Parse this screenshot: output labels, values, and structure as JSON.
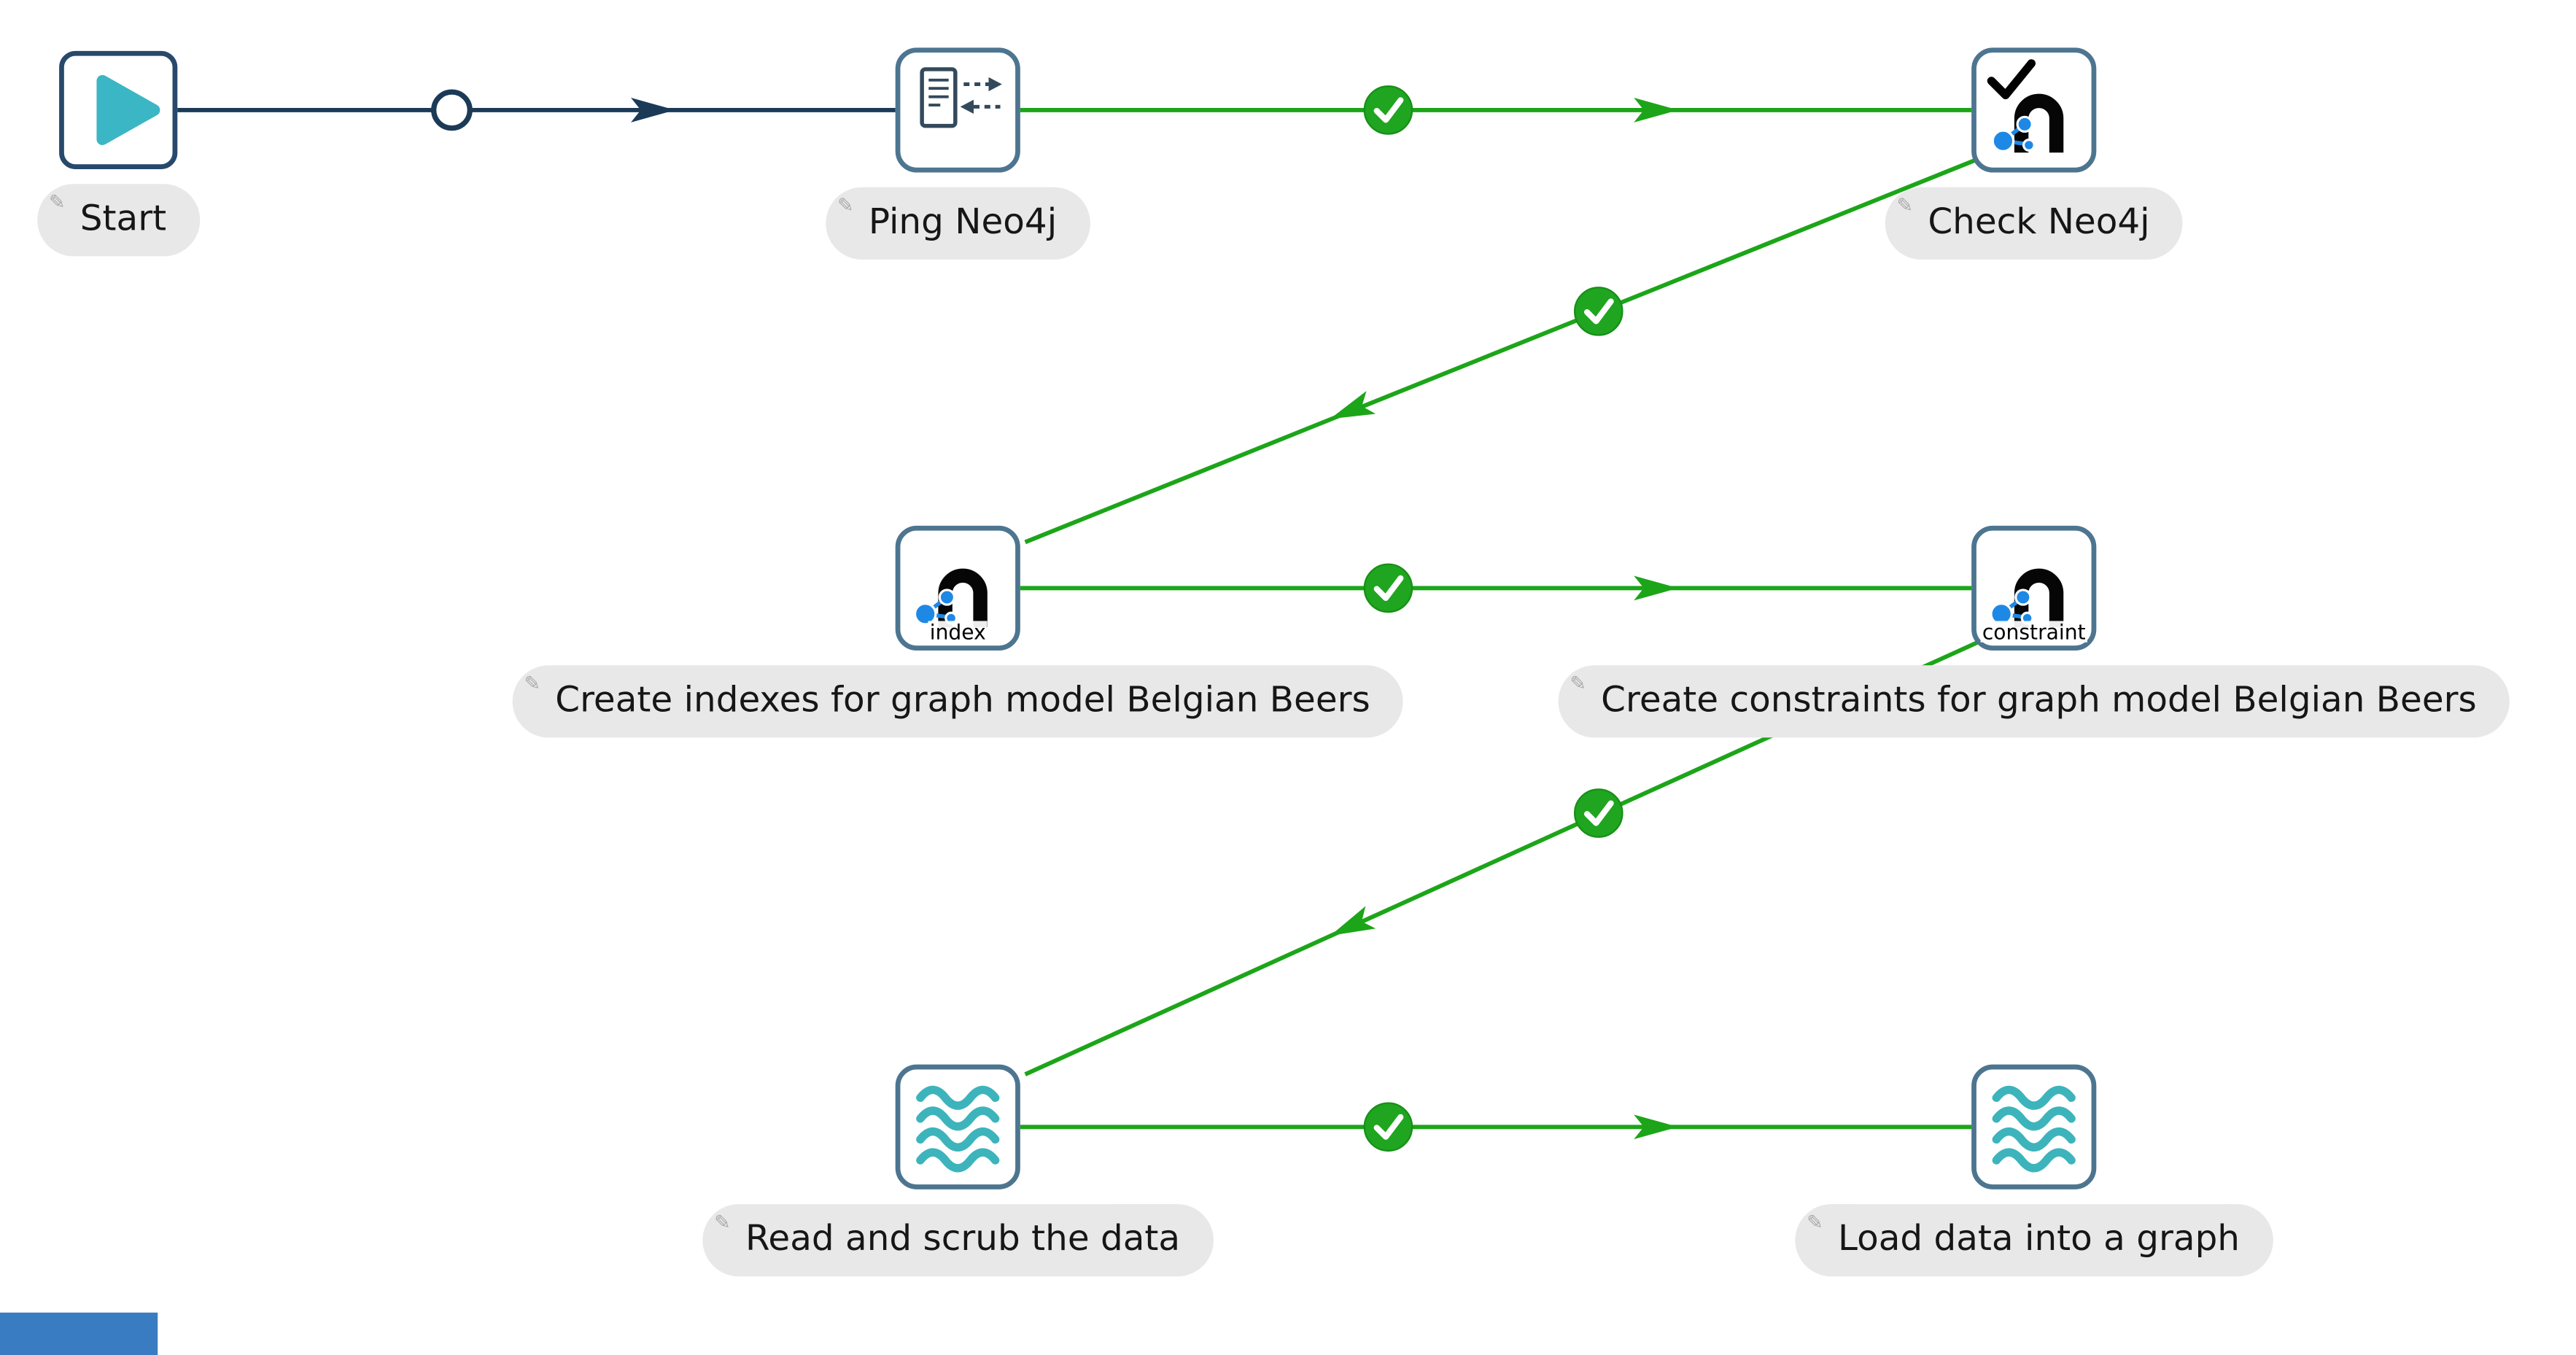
{
  "colors": {
    "background": "#ffffff",
    "success_green": "#1ca519",
    "success_badge_green": "#1fa51f",
    "unconditional_navy": "#1b3a57",
    "node_border": "#4d7590",
    "start_border": "#27496b",
    "teal_accent": "#3bb6c4",
    "neo4j_blue": "#1e88e5",
    "label_pill_bg": "#e8e8e8",
    "bottom_strip_blue": "#3a7cc2"
  },
  "workflow": {
    "nodes": [
      {
        "id": "start",
        "label": "Start",
        "icon": "start-play-icon"
      },
      {
        "id": "ping-neo4j",
        "label": "Ping Neo4j",
        "icon": "ping-icon"
      },
      {
        "id": "check-neo4j",
        "label": "Check Neo4j",
        "icon": "neo4j-check-icon"
      },
      {
        "id": "create-indexes",
        "label": "Create indexes for graph model Belgian Beers",
        "icon": "neo4j-icon",
        "badge": "index"
      },
      {
        "id": "create-constraints",
        "label": "Create constraints for graph model Belgian Beers",
        "icon": "neo4j-icon",
        "badge": "constraint"
      },
      {
        "id": "read-scrub",
        "label": "Read and scrub the data",
        "icon": "pipeline-waves-icon"
      },
      {
        "id": "load-graph",
        "label": "Load data into a graph",
        "icon": "pipeline-waves-icon"
      }
    ],
    "connections": [
      {
        "from": "Start",
        "to": "Ping Neo4j",
        "type": "unconditional",
        "marker": "circle"
      },
      {
        "from": "Ping Neo4j",
        "to": "Check Neo4j",
        "type": "success",
        "marker": "check"
      },
      {
        "from": "Check Neo4j",
        "to": "Create indexes for graph model Belgian Beers",
        "type": "success",
        "marker": "check"
      },
      {
        "from": "Create indexes for graph model Belgian Beers",
        "to": "Create constraints for graph model Belgian Beers",
        "type": "success",
        "marker": "check"
      },
      {
        "from": "Create constraints for graph model Belgian Beers",
        "to": "Read and scrub the data",
        "type": "success",
        "marker": "check"
      },
      {
        "from": "Read and scrub the data",
        "to": "Load data into a graph",
        "type": "success",
        "marker": "check"
      }
    ]
  }
}
